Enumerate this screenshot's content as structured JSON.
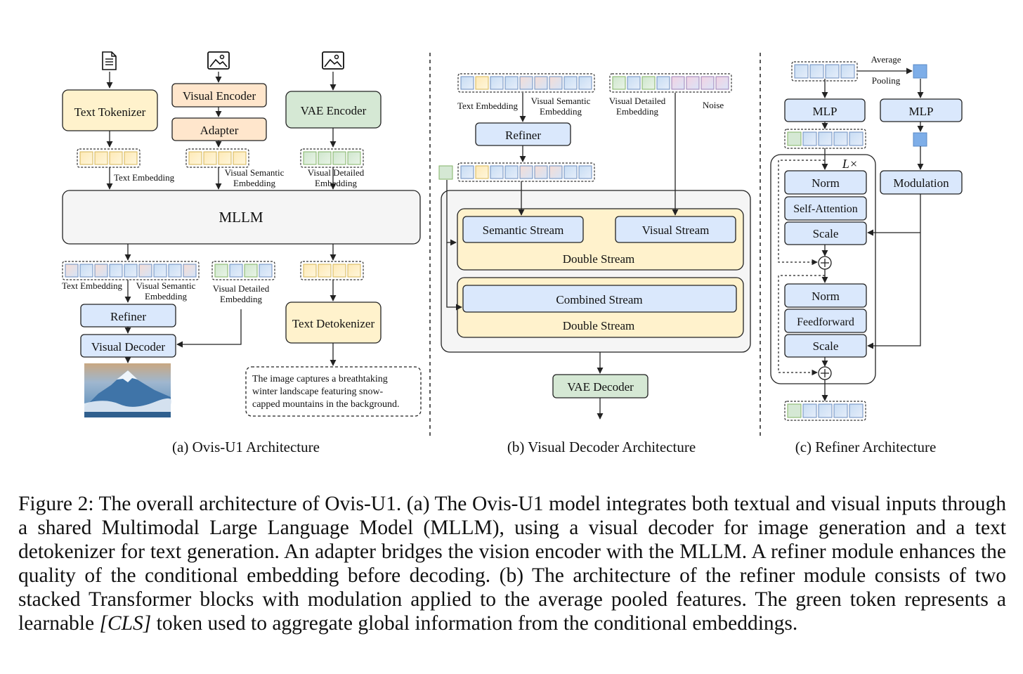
{
  "panel_a": {
    "text_tokenizer": "Text Tokenizer",
    "visual_encoder": "Visual Encoder",
    "adapter": "Adapter",
    "vae_encoder": "VAE Encoder",
    "text_embedding": "Text Embedding",
    "visual_semantic_1": "Visual Semantic",
    "visual_semantic_2": "Embedding",
    "visual_detailed_1": "Visual Detailed",
    "visual_detailed_2": "Embedding",
    "mllm": "MLLM",
    "out_text_embedding": "Text Embedding",
    "out_visual_semantic_1": "Visual Semantic",
    "out_visual_semantic_2": "Embedding",
    "out_visual_detailed_1": "Visual Detailed",
    "out_visual_detailed_2": "Embedding",
    "refiner": "Refiner",
    "visual_decoder": "Visual Decoder",
    "text_detokenizer": "Text Detokenizer",
    "output_text_1": "The image captures a breathtaking",
    "output_text_2": "winter landscape featuring snow-",
    "output_text_3": "capped mountains in the background.",
    "caption": "(a) Ovis-U1 Architecture"
  },
  "panel_b": {
    "text_embedding": "Text Embedding",
    "visual_semantic_1": "Visual Semantic",
    "visual_semantic_2": "Embedding",
    "visual_detailed_1": "Visual Detailed",
    "visual_detailed_2": "Embedding",
    "noise": "Noise",
    "refiner": "Refiner",
    "semantic_stream": "Semantic Stream",
    "visual_stream": "Visual Stream",
    "double_stream_1": "Double Stream",
    "combined_stream": "Combined Stream",
    "double_stream_2": "Double Stream",
    "vae_decoder": "VAE Decoder",
    "caption": "(b) Visual Decoder Architecture"
  },
  "panel_c": {
    "average": "Average",
    "pooling": "Pooling",
    "mlp_left": "MLP",
    "mlp_right": "MLP",
    "repeat": "L×",
    "norm_1": "Norm",
    "self_attention": "Self-Attention",
    "scale_1": "Scale",
    "norm_2": "Norm",
    "feedforward": "Feedforward",
    "scale_2": "Scale",
    "modulation": "Modulation",
    "caption": "(c) Refiner Architecture"
  },
  "caption": {
    "part1": "Figure 2: The overall architecture of Ovis-U1. (a) The Ovis-U1 model integrates both textual and visual inputs through a shared Multimodal Large Language Model (MLLM), using a visual decoder for image generation and a text detokenizer for text generation. An adapter bridges the vision encoder with the MLLM. A refiner module enhances the quality of the conditional embedding before decoding. (b) The architecture of the refiner module consists of two stacked Transformer blocks with modulation applied to the average pooled features. The green token represents a learnable ",
    "cls": "[CLS]",
    "part2": " token used to aggregate global information from the conditional embeddings."
  },
  "colors": {
    "blue_fill": "#dae8fc",
    "blue_stroke": "#6c8ebf",
    "yellow_fill": "#fff2cc",
    "yellow_stroke": "#d6b656",
    "orange_fill": "#ffe6cc",
    "orange_stroke": "#d79b00",
    "green_fill": "#d5e8d4",
    "green_stroke": "#82b366",
    "gray_fill": "#f5f5f5",
    "pool_token": "#7eaee8"
  },
  "icons": [
    "document-icon",
    "image-icon",
    "mountain-image"
  ]
}
